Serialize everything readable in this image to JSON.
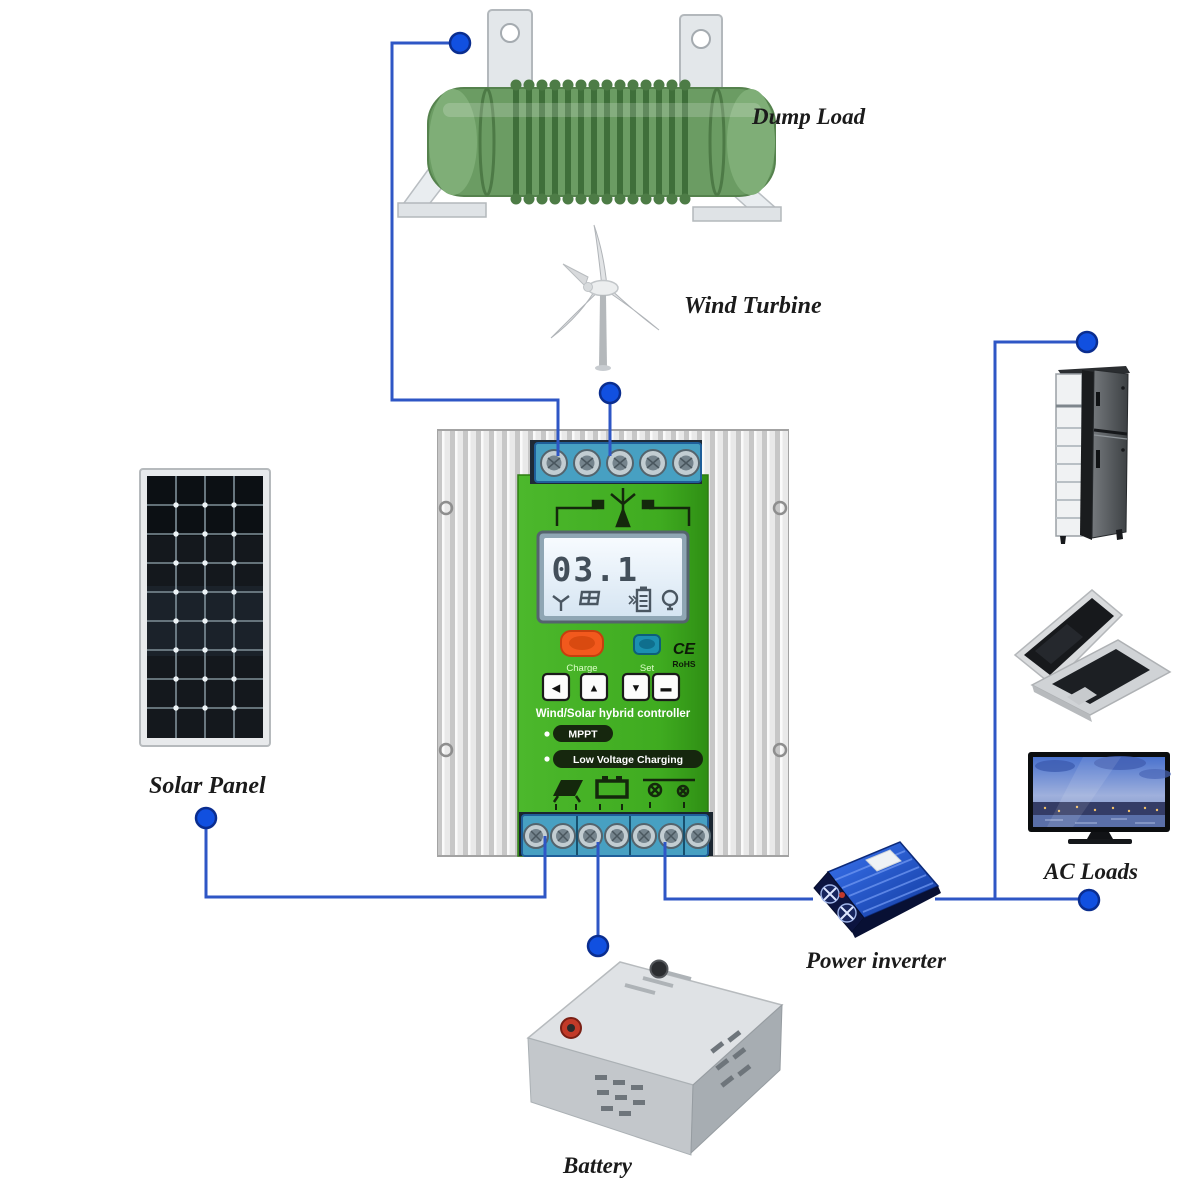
{
  "colors": {
    "wire": "#2e56c5",
    "node": "#1150e0",
    "node_rim": "#0a2d8f",
    "board_green": "#44b025",
    "terminal_teal": "#47a0c2",
    "inverter_blue": "#2f64e6"
  },
  "labels": {
    "dump_load": "Dump Load",
    "wind_turbine": "Wind Turbine",
    "solar_panel": "Solar Panel",
    "battery": "Battery",
    "power_inverter": "Power inverter",
    "ac_loads": "AC Loads"
  },
  "controller": {
    "title": "Wind/Solar hybrid controller",
    "features": [
      "MPPT",
      "Low Voltage Charging"
    ],
    "lcd_value": "03.1",
    "led_charge": "Charge",
    "led_set": "Set",
    "cert_ce": "CE",
    "cert_rohs": "RoHS",
    "buttons": [
      "◀",
      "▲",
      "▼",
      "▬"
    ]
  }
}
